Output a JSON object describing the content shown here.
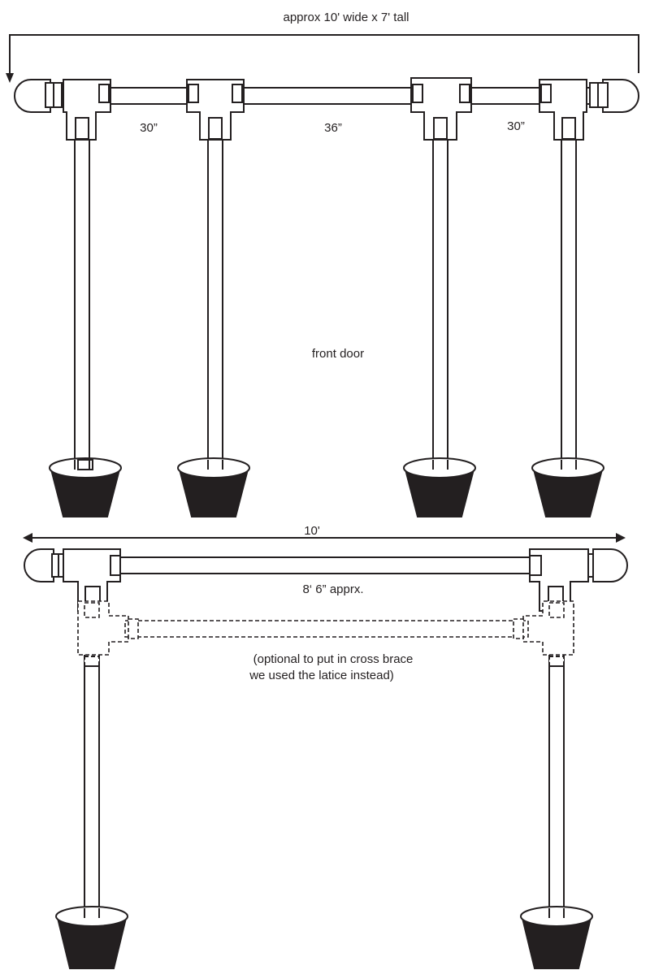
{
  "diagram": {
    "top_view": {
      "overall_label": "approx 10' wide x 7' tall",
      "spacing_left": "30”",
      "spacing_middle": "36”",
      "spacing_right": "30”",
      "center_label": "front door"
    },
    "bottom_view": {
      "width_label": "10'",
      "span_label": "8‘ 6” apprx.",
      "note_line1": "(optional to put in cross brace",
      "note_line2": "we used the latice instead)"
    }
  }
}
